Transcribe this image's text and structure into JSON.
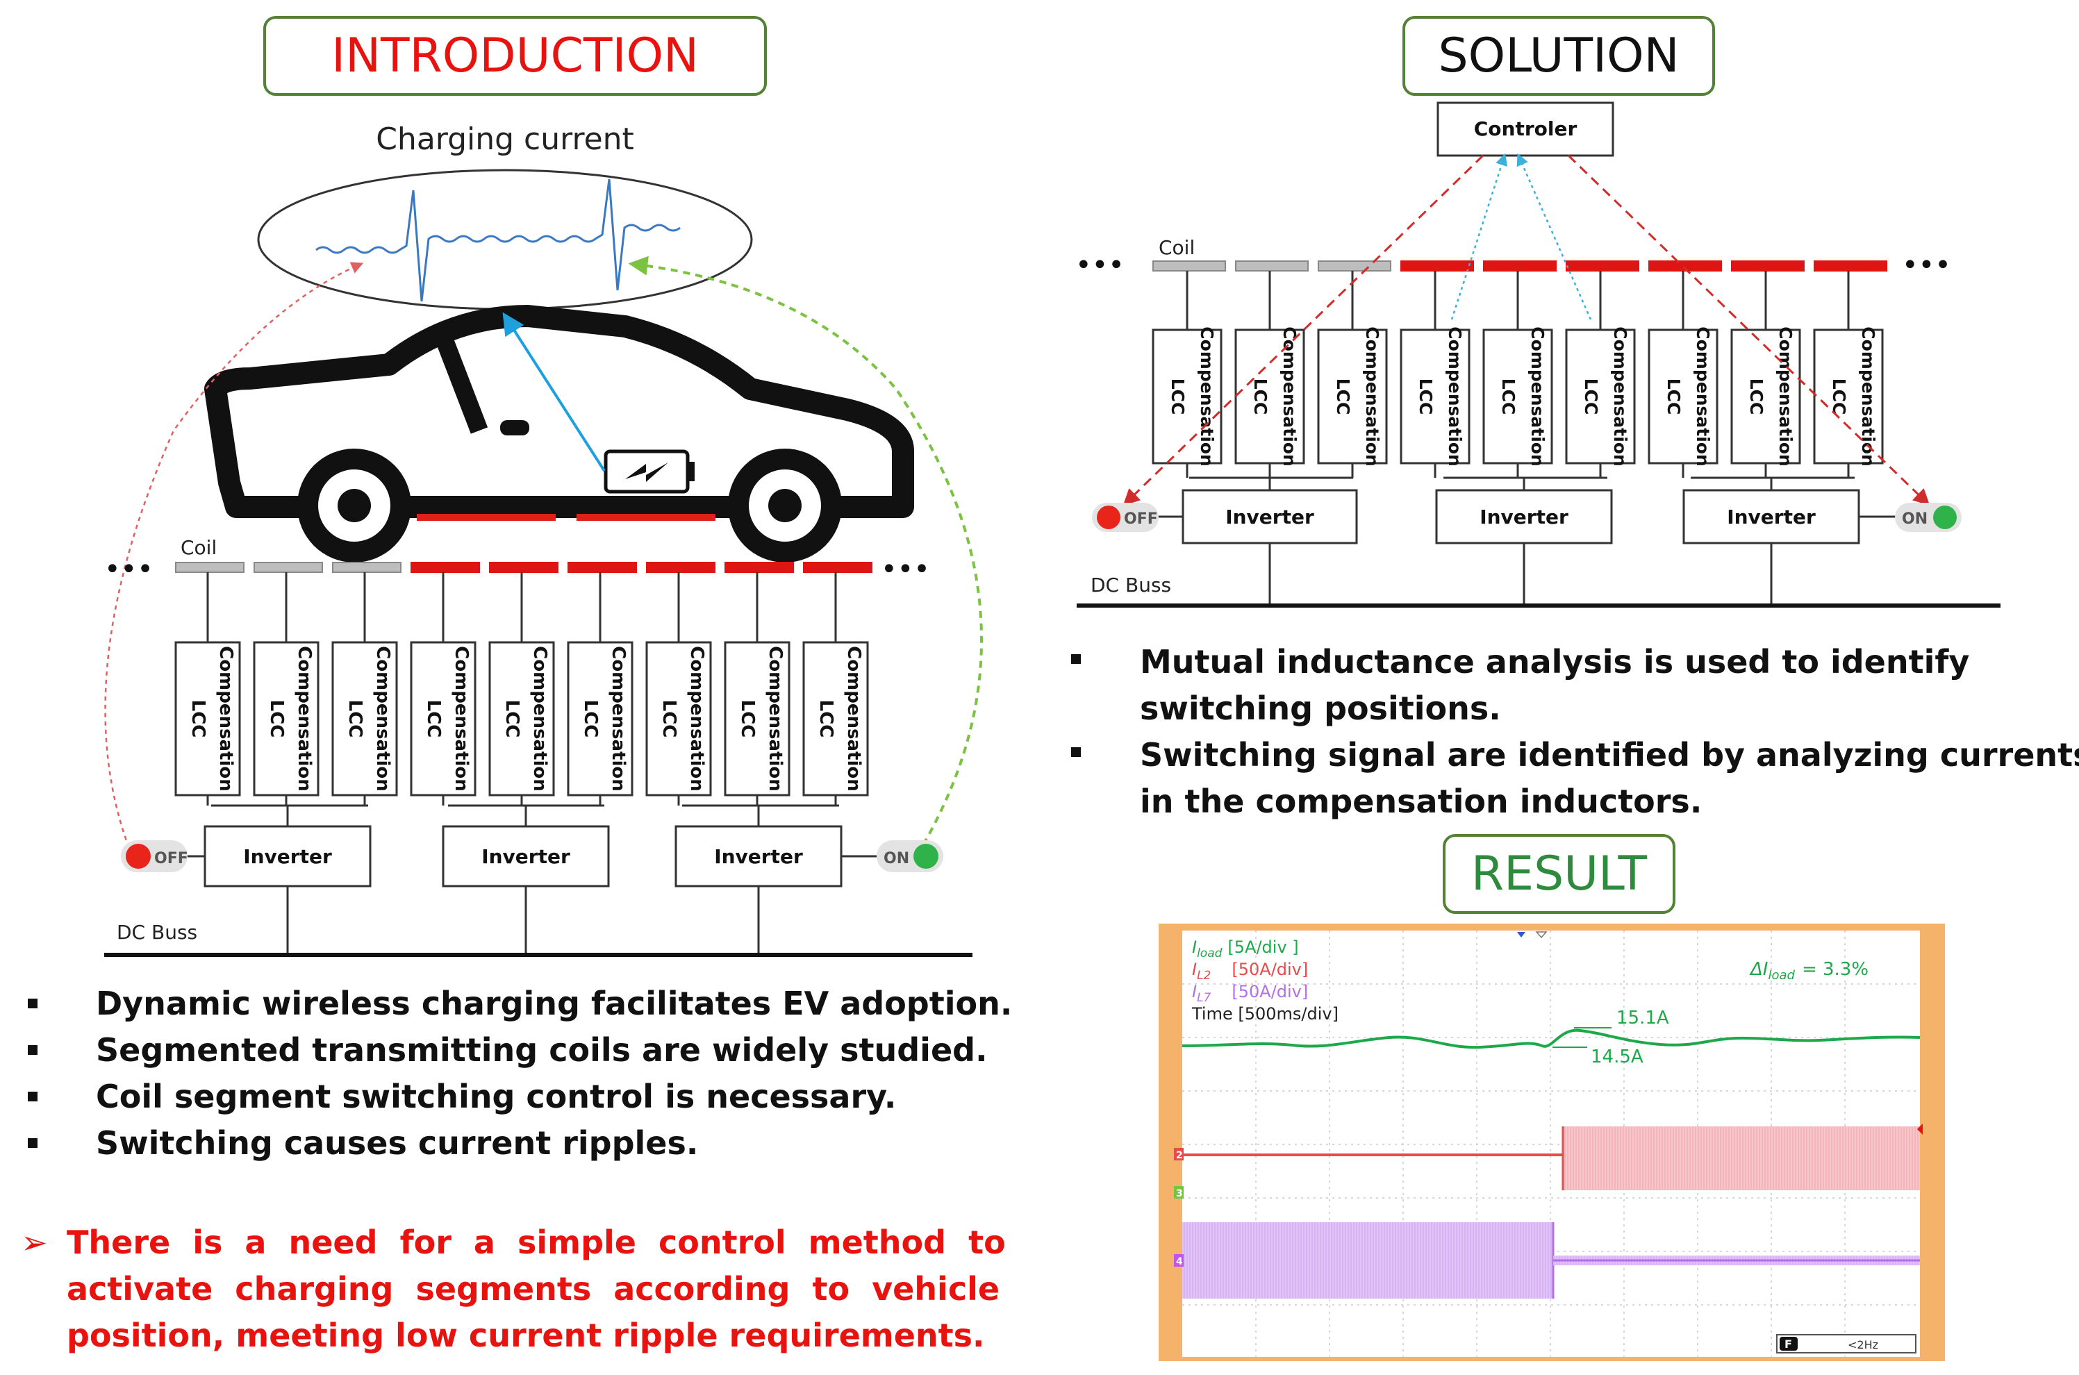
{
  "headers": {
    "introduction": "INTRODUCTION",
    "solution": "SOLUTION",
    "result": "RESULT"
  },
  "colors": {
    "intro_title": "#e8130e",
    "header_border": "#548235",
    "result_title": "#2e8b3d",
    "coil_active": "#dd1515",
    "coil_inactive": "#bdbdbd",
    "note_text": "#e8130e",
    "scope_green": "#1fa84a",
    "scope_red": "#e84b4b",
    "scope_purple": "#b36fe8",
    "scope_frame": "#f5b26b"
  },
  "intro_diagram": {
    "charging_current_label": "Charging current",
    "coil_label": "Coil",
    "lcc_label": "LCC",
    "compensation_label": "Compensation",
    "inverter_label": "Inverter",
    "off_label": "OFF",
    "on_label": "ON",
    "dc_bus_label": "DC Buss",
    "ellipsis": "•••"
  },
  "solution_diagram": {
    "controller_label": "Controler",
    "coil_label": "Coil",
    "lcc_label": "LCC",
    "compensation_label": "Compensation",
    "inverter_label": "Inverter",
    "off_label": "OFF",
    "on_label": "ON",
    "dc_bus_label": "DC Buss",
    "ellipsis": "•••"
  },
  "intro_bullets": [
    "Dynamic wireless charging facilitates EV adoption.",
    "Segmented transmitting coils are widely studied.",
    "Coil segment switching control is necessary.",
    "Switching causes current ripples."
  ],
  "intro_note": {
    "arrow": "➢",
    "lines": [
      "There  is  a  need  for  a  simple  control  method  to",
      "activate  charging  segments  according  to  vehicle",
      "position, meeting low current ripple requirements."
    ]
  },
  "solution_bullets": [
    {
      "line1": "Mutual inductance analysis is used to identify",
      "line2": "switching positions."
    },
    {
      "line1": "Switching signal are identified by analyzing currents",
      "line2": "in the compensation inductors."
    }
  ],
  "scope": {
    "legend": {
      "iload_label": "I",
      "iload_sub": "load",
      "iload_scale": "[5A/div  ]",
      "il2_label": "I",
      "il2_sub": "L2",
      "il2_scale": "[50A/div]",
      "il7_label": "I",
      "il7_sub": "L7",
      "il7_scale": "[50A/div]",
      "time_label": "Time [500ms/div]"
    },
    "delta_label": "ΔI",
    "delta_sub": "load",
    "delta_value": "= 3.3%",
    "value_high": "15.1A",
    "value_low": "14.5A",
    "freq_badge": "F",
    "freq_text": "<2Hz",
    "ch_markers": [
      "2",
      "3",
      "4"
    ]
  }
}
